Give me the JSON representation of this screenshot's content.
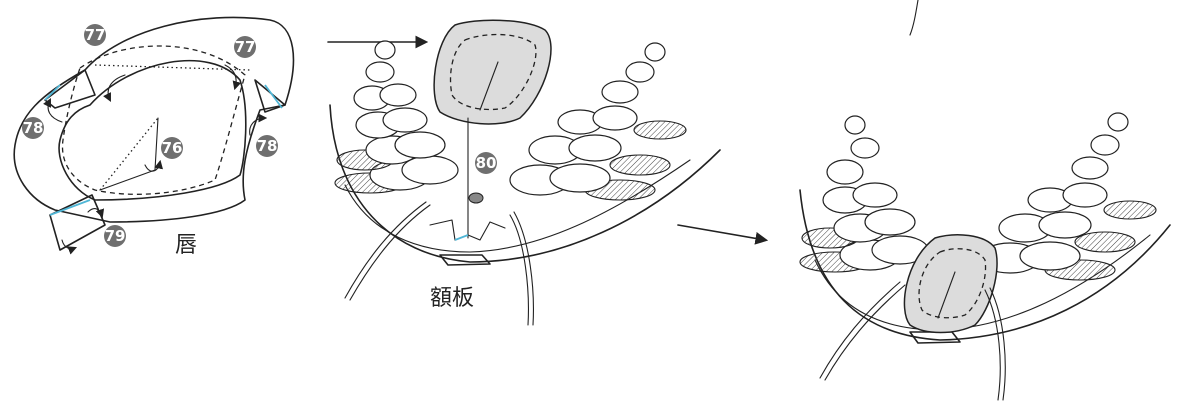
{
  "labels": {
    "lip": "唇",
    "forehead_plate": "額板"
  },
  "step_numbers": {
    "s76": "76",
    "s77a": "77",
    "s77b": "77",
    "s78a": "78",
    "s78b": "78",
    "s79": "79",
    "s80": "80"
  },
  "colors": {
    "badge": "#6f6f6f",
    "accent_line": "#4fb6d6",
    "plate_fill": "#dcdcdc"
  }
}
